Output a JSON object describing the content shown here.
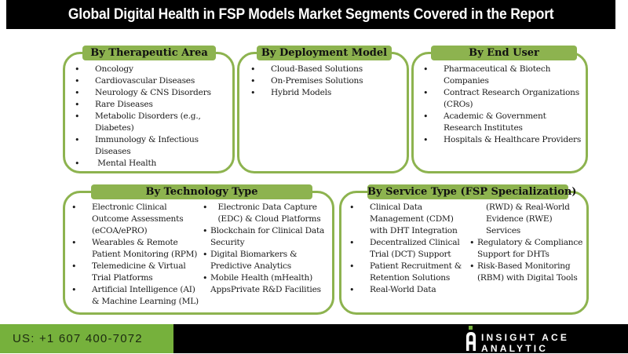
{
  "header": {
    "title": "Global Digital Health in FSP Models Market Segments Covered in the Report"
  },
  "segments": {
    "therapeutic": {
      "title": "By Therapeutic Area",
      "items": [
        "Oncology",
        "Cardiovascular Diseases",
        "Neurology & CNS Disorders",
        "Rare Diseases",
        "Metabolic Disorders (e.g.,",
        "Diabetes)",
        "Immunology & Infectious",
        "Diseases",
        " Mental Health"
      ]
    },
    "deployment": {
      "title": "By Deployment Model",
      "items": [
        "Cloud-Based Solutions",
        "On-Premises Solutions",
        "Hybrid Models"
      ]
    },
    "end_user": {
      "title": "By End User",
      "items": [
        "Pharmaceutical & Biotech",
        "Companies",
        "Contract Research Organizations",
        "(CROs)",
        "Academic & Government",
        "Research Institutes",
        "Hospitals & Healthcare Providers"
      ]
    },
    "technology": {
      "title": "By Technology Type",
      "left_items": [
        "Electronic Clinical",
        "Outcome Assessments",
        "(eCOA/ePRO)",
        "Wearables & Remote",
        "Patient Monitoring (RPM)",
        "Telemedicine & Virtual",
        "Trial Platforms",
        "Artificial Intelligence (AI)",
        "& Machine Learning (ML)"
      ],
      "right_items": [
        "   Electronic Data Capture",
        "   (EDC) & Cloud Platforms",
        "Blockchain for Clinical Data",
        "Security",
        "Digital Biomarkers &",
        "Predictive Analytics",
        "Mobile Health (mHealth)",
        "AppsPrivate R&D Facilities"
      ]
    },
    "service": {
      "title": "By Service Type (FSP Specialization)",
      "left_items": [
        "Clinical Data",
        "Management (CDM)",
        "with DHT Integration",
        "Decentralized Clinical",
        "Trial (DCT) Support",
        "Patient Recruitment &",
        "Retention Solutions",
        "Real-World Data"
      ],
      "right_items": [
        "(RWD) & Real-World",
        "Evidence (RWE)",
        "Services",
        "Regulatory & Compliance",
        "Support for DHTs",
        "Risk-Based Monitoring",
        "(RBM) with Digital Tools"
      ]
    }
  },
  "footer": {
    "phone": "US: +1 607 400-7072",
    "brand": "INSIGHT ACE ANALYTIC",
    "colors": {
      "green": "#76b13c",
      "black": "#000000",
      "accent": "#8db34f"
    }
  }
}
